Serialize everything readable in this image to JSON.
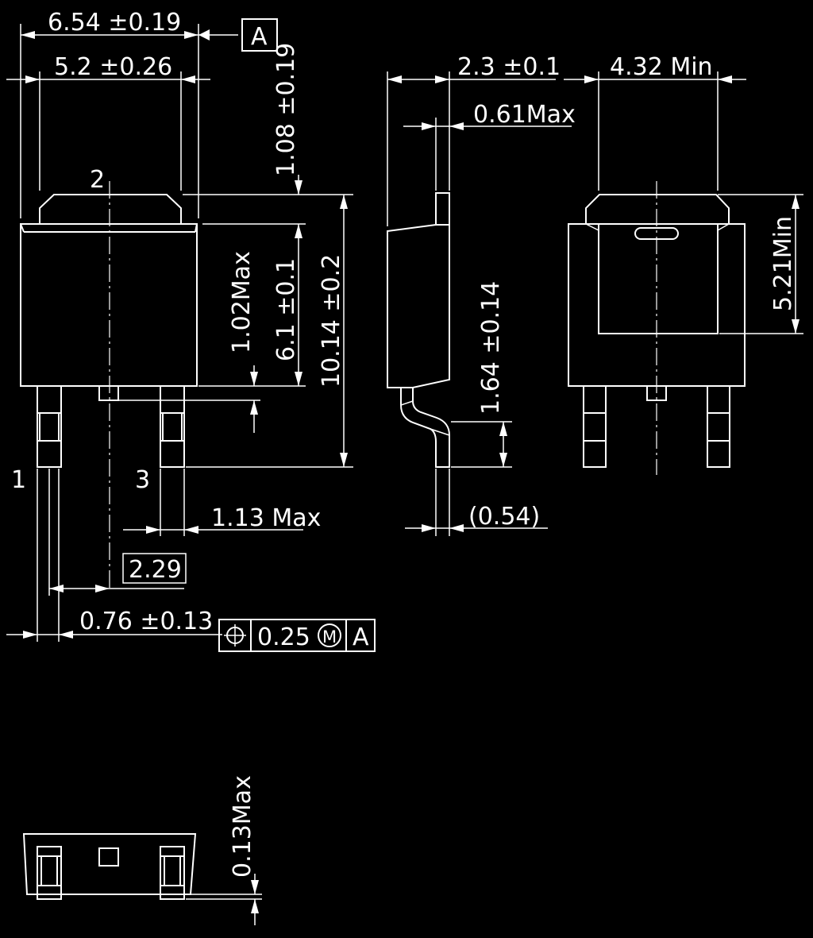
{
  "colors": {
    "background": "#000000",
    "line": "#ffffff"
  },
  "labels": {
    "pin_1": "1",
    "pin_2": "2",
    "pin_3": "3",
    "datum": "A",
    "dim_overall_width": "6.54 ±0.19",
    "dim_tab_width": "5.2 ±0.26",
    "dim_tab_height": "1.08 ±0.19",
    "dim_body_height": "6.1 ±0.1",
    "dim_total_height": "10.14 ±0.2",
    "dim_pad_offset": "1.02Max",
    "dim_lead_width": "1.13 Max",
    "dim_pitch": "2.29",
    "dim_lead_thickness": "0.76 ±0.13",
    "fcf_value": "0.25",
    "fcf_modifier": "M",
    "fcf_datum": "A",
    "dim_side_thickness": "2.3 ±0.1",
    "dim_tab_thickness": "0.61Max",
    "dim_lead_length": "1.64 ±0.14",
    "dim_lead_offset": "(0.54)",
    "dim_pad_width": "4.32 Min",
    "dim_pad_height": "5.21Min",
    "dim_coplanarity": "0.13Max"
  }
}
